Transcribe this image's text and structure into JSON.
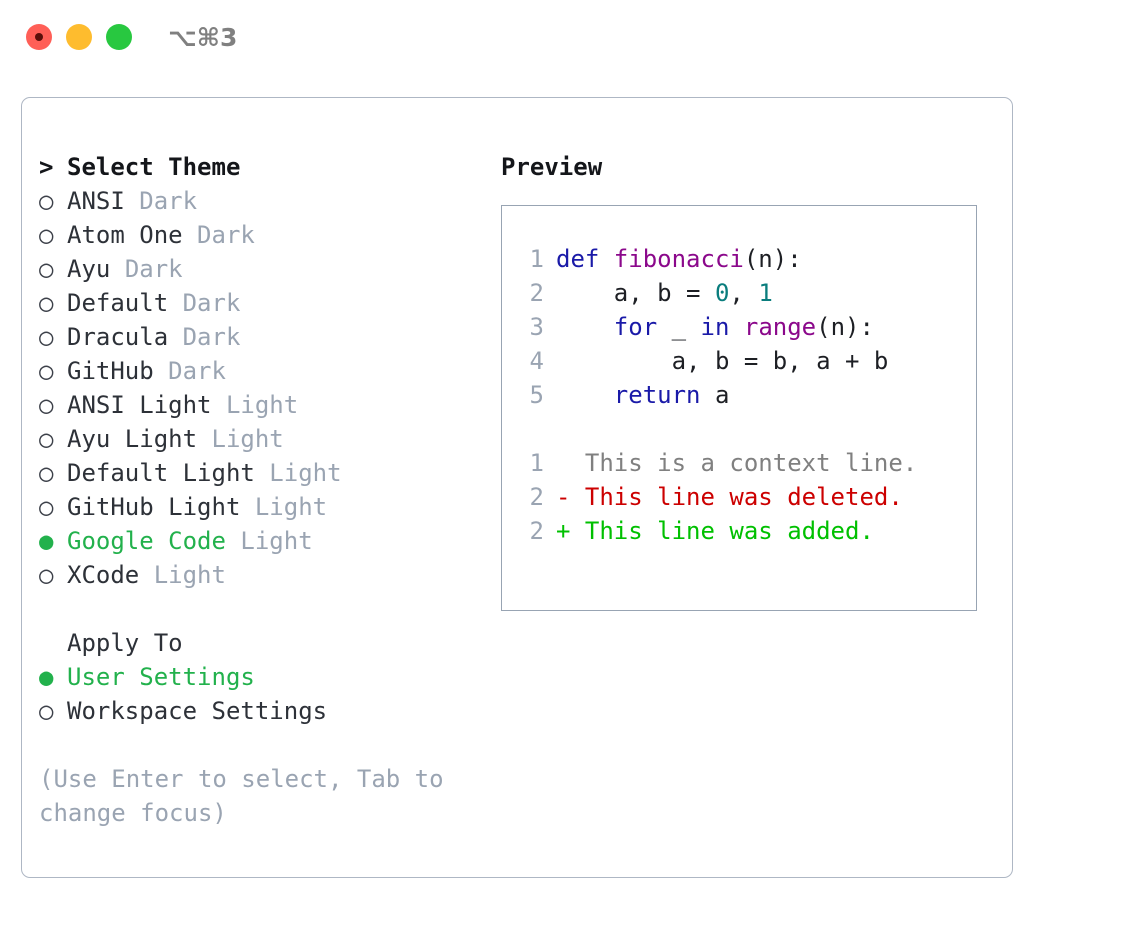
{
  "titlebar": {
    "shortcut": "⌥⌘3",
    "buttons": [
      {
        "name": "close",
        "color": "#ff5f57"
      },
      {
        "name": "minimize",
        "color": "#febc2e"
      },
      {
        "name": "maximize",
        "color": "#28c840"
      }
    ]
  },
  "theme_picker": {
    "header": "Select Theme",
    "header_marker": ">",
    "marker_selected": "●",
    "marker_unselected": "○",
    "accent_color": "#22b14c",
    "items": [
      {
        "name": "ANSI",
        "category": "Dark",
        "selected": false
      },
      {
        "name": "Atom One",
        "category": "Dark",
        "selected": false
      },
      {
        "name": "Ayu",
        "category": "Dark",
        "selected": false
      },
      {
        "name": "Default",
        "category": "Dark",
        "selected": false
      },
      {
        "name": "Dracula",
        "category": "Dark",
        "selected": false
      },
      {
        "name": "GitHub",
        "category": "Dark",
        "selected": false
      },
      {
        "name": "ANSI Light",
        "category": "Light",
        "selected": false
      },
      {
        "name": "Ayu Light",
        "category": "Light",
        "selected": false
      },
      {
        "name": "Default Light",
        "category": "Light",
        "selected": false
      },
      {
        "name": "GitHub Light",
        "category": "Light",
        "selected": false
      },
      {
        "name": "Google Code",
        "category": "Light",
        "selected": true
      },
      {
        "name": "XCode",
        "category": "Light",
        "selected": false
      }
    ]
  },
  "apply_to": {
    "header": "Apply To",
    "items": [
      {
        "name": "User Settings",
        "selected": true
      },
      {
        "name": "Workspace Settings",
        "selected": false
      }
    ]
  },
  "hint": "(Use Enter to select, Tab to change focus)",
  "preview": {
    "title": "Preview",
    "code_lines": [
      {
        "num": "1",
        "tokens": [
          {
            "t": "def ",
            "c": "kw"
          },
          {
            "t": "fibonacci",
            "c": "fn"
          },
          {
            "t": "(n):",
            "c": "plain"
          }
        ]
      },
      {
        "num": "2",
        "tokens": [
          {
            "t": "    a, b = ",
            "c": "plain"
          },
          {
            "t": "0",
            "c": "num"
          },
          {
            "t": ", ",
            "c": "plain"
          },
          {
            "t": "1",
            "c": "num"
          }
        ]
      },
      {
        "num": "3",
        "tokens": [
          {
            "t": "    ",
            "c": "plain"
          },
          {
            "t": "for",
            "c": "kw"
          },
          {
            "t": " _ ",
            "c": "plain"
          },
          {
            "t": "in",
            "c": "kw"
          },
          {
            "t": " ",
            "c": "plain"
          },
          {
            "t": "range",
            "c": "fn"
          },
          {
            "t": "(n):",
            "c": "plain"
          }
        ]
      },
      {
        "num": "4",
        "tokens": [
          {
            "t": "        a, b = b, a + b",
            "c": "plain"
          }
        ]
      },
      {
        "num": "5",
        "tokens": [
          {
            "t": "    ",
            "c": "plain"
          },
          {
            "t": "return",
            "c": "kw"
          },
          {
            "t": " a",
            "c": "plain"
          }
        ]
      }
    ],
    "diff_lines": [
      {
        "num": "1",
        "sign": " ",
        "text": "This is a context line.",
        "kind": "ctx"
      },
      {
        "num": "2",
        "sign": "-",
        "text": "This line was deleted.",
        "kind": "del"
      },
      {
        "num": "2",
        "sign": "+",
        "text": "This line was added.",
        "kind": "add"
      }
    ],
    "colors": {
      "keyword": "#1a1aa8",
      "function": "#8b088b",
      "number": "#0a7d7d",
      "plain": "#1d1f24",
      "line_number": "#9aa4b2",
      "diff_context": "#808080",
      "diff_deleted": "#cc0000",
      "diff_added": "#00c000"
    }
  }
}
